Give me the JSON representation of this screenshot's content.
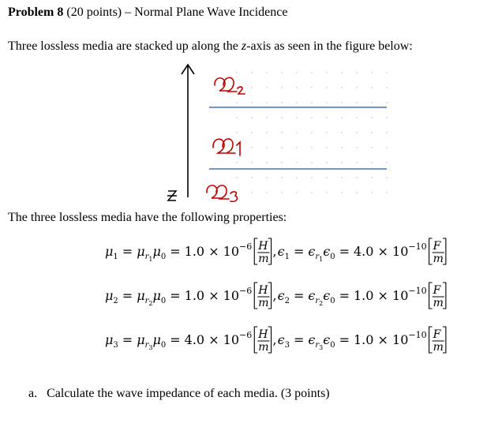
{
  "header": {
    "problem_label": "Problem 8",
    "points": " (20 points)",
    "dash_title": " – Normal Plane Wave Incidence"
  },
  "intro": {
    "text_before": "Three lossless media are stacked up along the ",
    "axis": "z",
    "text_after": "-axis as seen in the figure below:"
  },
  "figure": {
    "axis_label": "z",
    "regions": [
      {
        "label": "Ω2",
        "handwritten": "Ω₂"
      },
      {
        "label": "Ω1",
        "handwritten": "Ω₁"
      },
      {
        "label": "Ω3",
        "handwritten": "Ω₃"
      }
    ],
    "line_color": "#4472c4",
    "ink_color": "#c00000"
  },
  "properties_heading": "The three lossless media have the following properties:",
  "equations": [
    {
      "mu_symbol": "μ",
      "mu_index": "1",
      "mu_rel_index": "1",
      "mu_value": "1.0 × 10",
      "mu_exp": "−6",
      "mu_unit_top": "H",
      "mu_unit_bottom": "m",
      "eps_symbol": "ϵ",
      "eps_index": "1",
      "eps_rel_index": "1",
      "eps_value": "4.0 × 10",
      "eps_exp": "−10",
      "eps_unit_top": "F",
      "eps_unit_bottom": "m"
    },
    {
      "mu_symbol": "μ",
      "mu_index": "2",
      "mu_rel_index": "2",
      "mu_value": "1.0 × 10",
      "mu_exp": "−6",
      "mu_unit_top": "H",
      "mu_unit_bottom": "m",
      "eps_symbol": "ϵ",
      "eps_index": "2",
      "eps_rel_index": "2",
      "eps_value": "1.0 × 10",
      "eps_exp": "−10",
      "eps_unit_top": "F",
      "eps_unit_bottom": "m"
    },
    {
      "mu_symbol": "μ",
      "mu_index": "3",
      "mu_rel_index": "3",
      "mu_value": "4.0 × 10",
      "mu_exp": "−6",
      "mu_unit_top": "H",
      "mu_unit_bottom": "m",
      "eps_symbol": "ϵ",
      "eps_index": "3",
      "eps_rel_index": "3",
      "eps_value": "1.0 × 10",
      "eps_exp": "−10",
      "eps_unit_top": "F",
      "eps_unit_bottom": "m"
    }
  ],
  "question": {
    "marker": "a.",
    "text": "Calculate the wave impedance of each media. (3 points)"
  }
}
